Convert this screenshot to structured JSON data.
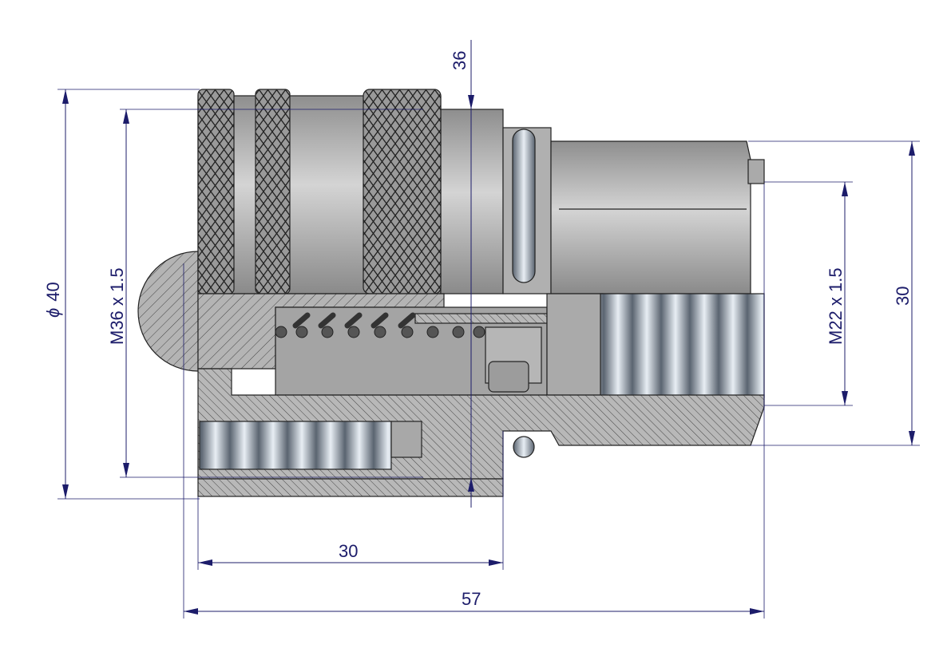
{
  "drawing": {
    "title": "Quick coupling socket – section view",
    "colors": {
      "dimension": "#1c1c6a",
      "metal": "#a9a9a9",
      "hatch": "#444444"
    }
  },
  "dimensions": {
    "outer_diameter": {
      "symbol": "ϕ",
      "value": "40"
    },
    "thread_left": "M36 x 1.5",
    "sleeve_diameter": "36",
    "thread_right": "M22 x 1.5",
    "hex_size": "30",
    "sleeve_length": "30",
    "overall_length": "57"
  }
}
